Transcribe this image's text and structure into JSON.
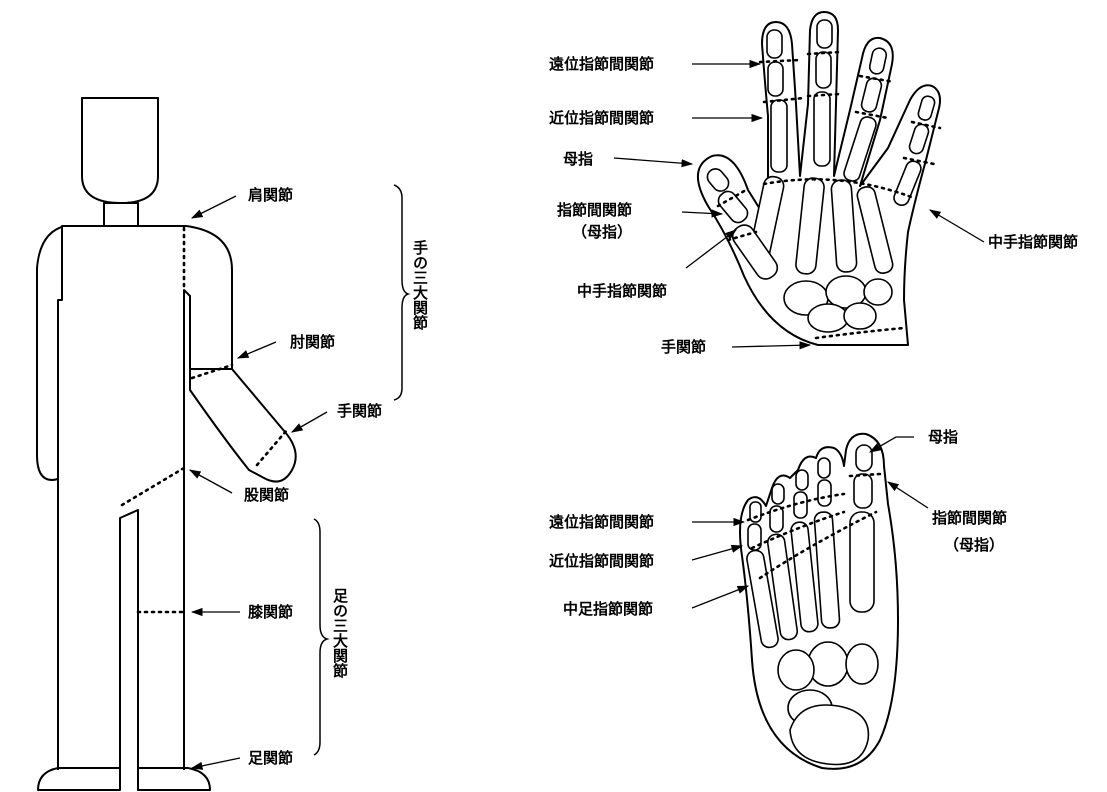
{
  "body_labels": {
    "shoulder": "肩関節",
    "elbow": "肘関節",
    "wrist": "手関節",
    "hip": "股関節",
    "knee": "膝関節",
    "ankle": "足関節"
  },
  "brackets": {
    "arm_group": "手の三大関節",
    "leg_group": "足の三大関節"
  },
  "hand_labels": {
    "dip": "遠位指節間関節",
    "pip": "近位指節間関節",
    "thumb": "母指",
    "ip": "指節間関節",
    "ip_note": "（母指）",
    "mcp_left": "中手指節関節",
    "mcp_right": "中手指節関節",
    "wrist": "手関節"
  },
  "foot_labels": {
    "thumb": "母指",
    "dip": "遠位指節間関節",
    "pip": "近位指節間関節",
    "ip": "指節間関節",
    "ip_note": "（母指）",
    "mtp": "中足指節関節"
  }
}
